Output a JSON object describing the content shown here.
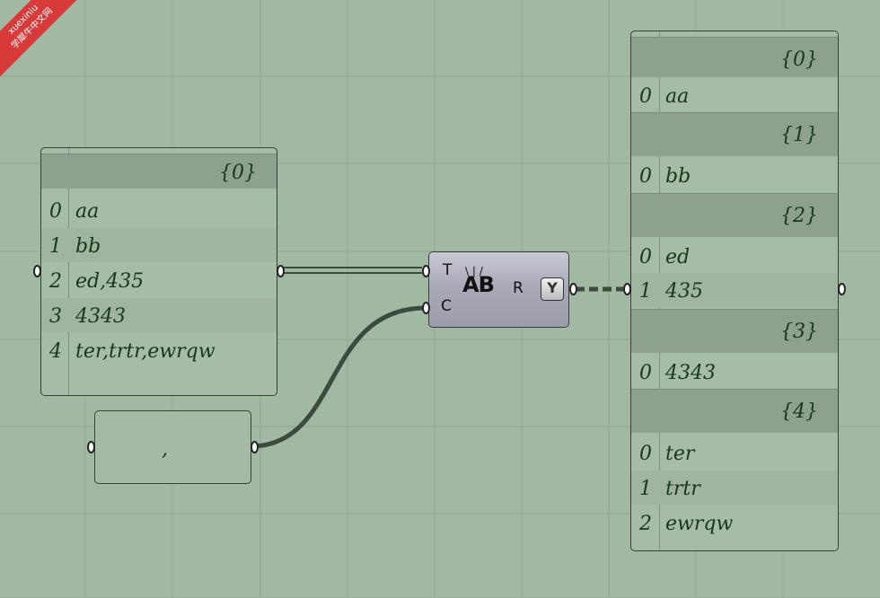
{
  "watermark": {
    "line1": "xuexiniu",
    "line2": "学犀牛中文网"
  },
  "input_panel": {
    "header_path": "{0}",
    "items": [
      {
        "index": "0",
        "value": "aa"
      },
      {
        "index": "1",
        "value": "bb"
      },
      {
        "index": "2",
        "value": "ed,435"
      },
      {
        "index": "3",
        "value": "4343"
      },
      {
        "index": "4",
        "value": "ter,trtr,ewrqw"
      }
    ]
  },
  "separator_panel": {
    "text": ","
  },
  "split_component": {
    "input_T": "T",
    "input_C": "C",
    "output_R": "R",
    "icon_text": "AB",
    "graft_icon": "graft-icon"
  },
  "output_panel": {
    "branches": [
      {
        "path": "{0}",
        "items": [
          {
            "index": "0",
            "value": "aa"
          }
        ]
      },
      {
        "path": "{1}",
        "items": [
          {
            "index": "0",
            "value": "bb"
          }
        ]
      },
      {
        "path": "{2}",
        "items": [
          {
            "index": "0",
            "value": "ed"
          },
          {
            "index": "1",
            "value": "435"
          }
        ]
      },
      {
        "path": "{3}",
        "items": [
          {
            "index": "0",
            "value": "4343"
          }
        ]
      },
      {
        "path": "{4}",
        "items": [
          {
            "index": "0",
            "value": "ter"
          },
          {
            "index": "1",
            "value": "trtr"
          },
          {
            "index": "2",
            "value": "ewrqw"
          }
        ]
      }
    ]
  },
  "colors": {
    "canvas": "#a1b8a2",
    "panel_text": "#17371c",
    "wire": "#3d4a3e"
  }
}
